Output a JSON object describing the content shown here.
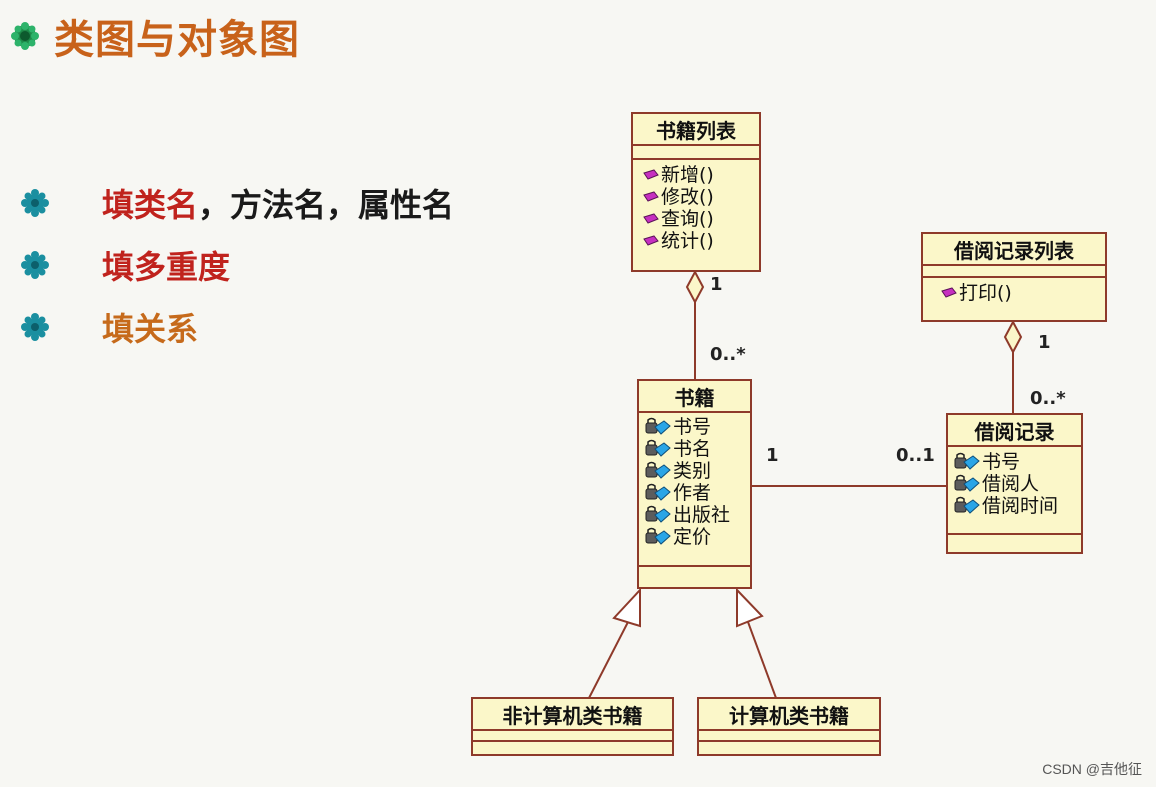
{
  "slide": {
    "title": "类图与对象图",
    "bullets": [
      {
        "parts": [
          {
            "text": "填类名",
            "color": "red"
          },
          {
            "text": "，方法名，属性名",
            "color": "black"
          }
        ]
      },
      {
        "parts": [
          {
            "text": "填多重度",
            "color": "red"
          }
        ]
      },
      {
        "parts": [
          {
            "text": "填关系",
            "color": "orange"
          }
        ]
      }
    ]
  },
  "diagram": {
    "classes": {
      "book_list": {
        "name": "书籍列表",
        "attributes": [],
        "operations": [
          "新增()",
          "修改()",
          "查询()",
          "统计()"
        ]
      },
      "borrow_list": {
        "name": "借阅记录列表",
        "attributes": [],
        "operations": [
          "打印()"
        ]
      },
      "book": {
        "name": "书籍",
        "attributes": [
          "书号",
          "书名",
          "类别",
          "作者",
          "出版社",
          "定价"
        ],
        "operations": []
      },
      "borrow_record": {
        "name": "借阅记录",
        "attributes": [
          "书号",
          "借阅人",
          "借阅时间"
        ],
        "operations": []
      },
      "non_computer_book": {
        "name": "非计算机类书籍",
        "attributes": [],
        "operations": []
      },
      "computer_book": {
        "name": "计算机类书籍",
        "attributes": [],
        "operations": []
      }
    },
    "multiplicities": {
      "book_list_end": "1",
      "book_end_top": "0..*",
      "borrow_list_end": "1",
      "borrow_record_end_top": "0..*",
      "book_end_right": "1",
      "borrow_record_end_left": "0..1"
    },
    "relations": [
      {
        "type": "aggregation",
        "whole": "书籍列表",
        "part": "书籍"
      },
      {
        "type": "aggregation",
        "whole": "借阅记录列表",
        "part": "借阅记录"
      },
      {
        "type": "association",
        "from": "书籍",
        "to": "借阅记录"
      },
      {
        "type": "generalization",
        "child": "非计算机类书籍",
        "parent": "书籍"
      },
      {
        "type": "generalization",
        "child": "计算机类书籍",
        "parent": "书籍"
      }
    ]
  },
  "colors": {
    "title": "#c8621a",
    "emphasis_red": "#c0231d",
    "emphasis_orange": "#c66a1b",
    "class_fill": "#fbf7c9",
    "class_border": "#8e3a2a",
    "bullet": "#1b8fa0"
  },
  "icons": {
    "title_bullet": "teal-star-bullet-icon",
    "list_bullet": "teal-star-bullet-icon",
    "attribute": "private-attribute-icon",
    "operation": "public-operation-icon"
  },
  "watermark": "CSDN @吉他征"
}
